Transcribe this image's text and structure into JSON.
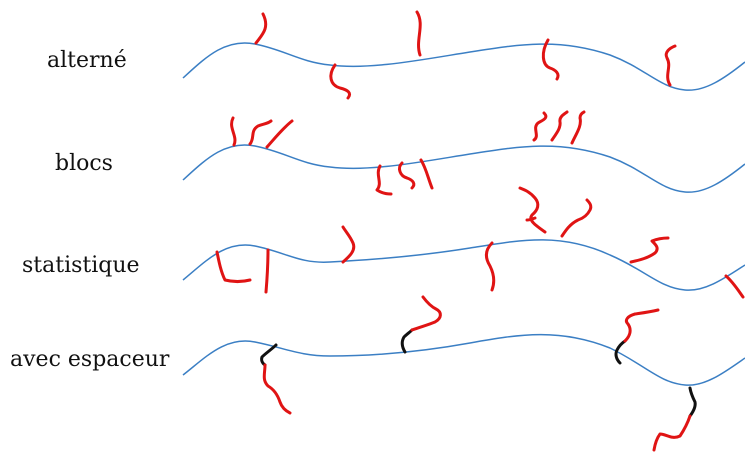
{
  "colors": {
    "backbone": "#3b7fc4",
    "graft": "#e01414",
    "spacer": "#111111",
    "label": "#111111"
  },
  "rows": [
    {
      "label": "alterné"
    },
    {
      "label": "blocs"
    },
    {
      "label": "statistique"
    },
    {
      "label": "avec espaceur"
    }
  ]
}
